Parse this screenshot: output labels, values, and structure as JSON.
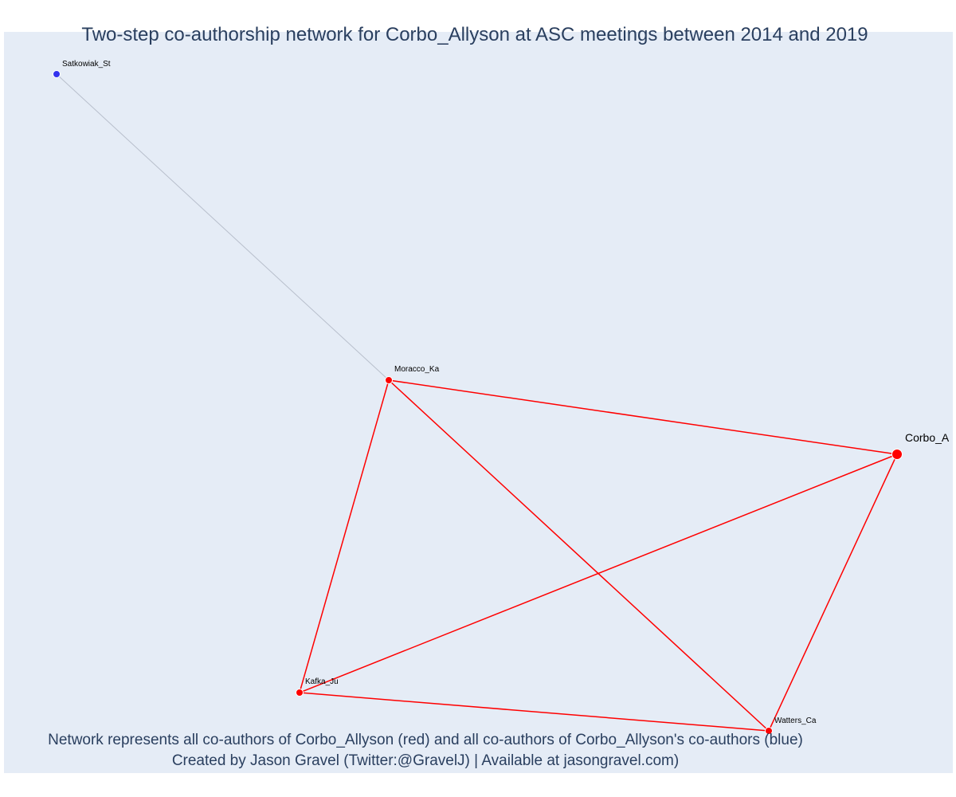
{
  "title": "Two-step co-authorship network for Corbo_Allyson at ASC meetings between 2014 and 2019",
  "caption": {
    "line1": "Network represents all co-authors of Corbo_Allyson (red) and all co-authors of Corbo_Allyson's co-authors (blue)",
    "line2": "Created by Jason Gravel (Twitter:@GravelJ) | Available at jasongravel.com)"
  },
  "colors": {
    "background": "#e5ecf6",
    "first_degree": "#ff0000",
    "second_degree": "#3333ee",
    "second_degree_edge": "#b8bfcc",
    "text": "#2a3f5f"
  },
  "network": {
    "nodes": [
      {
        "id": "Corbo_A",
        "label": "Corbo_A",
        "group": "ego"
      },
      {
        "id": "Moracco_Ka",
        "label": "Moracco_Ka",
        "group": "first"
      },
      {
        "id": "Kafka_Ju",
        "label": "Kafka_Ju",
        "group": "first"
      },
      {
        "id": "Watters_Ca",
        "label": "Watters_Ca",
        "group": "first"
      },
      {
        "id": "Satkowiak_St",
        "label": "Satkowiak_St",
        "group": "second"
      }
    ],
    "edges": [
      {
        "source": "Moracco_Ka",
        "target": "Corbo_A",
        "type": "first"
      },
      {
        "source": "Moracco_Ka",
        "target": "Kafka_Ju",
        "type": "first"
      },
      {
        "source": "Moracco_Ka",
        "target": "Watters_Ca",
        "type": "first"
      },
      {
        "source": "Kafka_Ju",
        "target": "Corbo_A",
        "type": "first"
      },
      {
        "source": "Kafka_Ju",
        "target": "Watters_Ca",
        "type": "first"
      },
      {
        "source": "Watters_Ca",
        "target": "Corbo_A",
        "type": "first"
      },
      {
        "source": "Satkowiak_St",
        "target": "Moracco_Ka",
        "type": "second"
      }
    ]
  }
}
